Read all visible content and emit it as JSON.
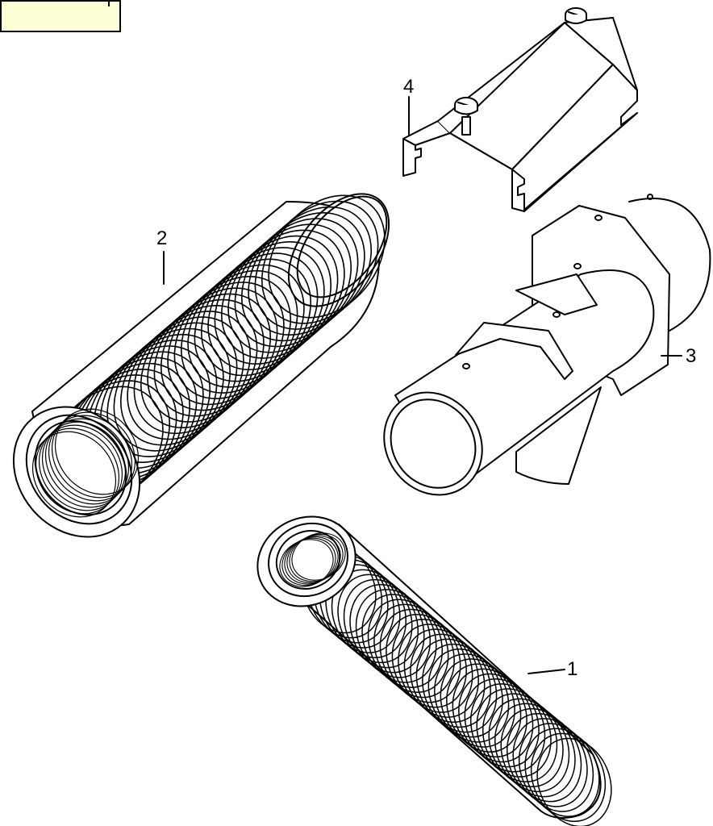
{
  "diagram": {
    "colors": {
      "stroke": "#000000",
      "fill": "#ffffff",
      "tag": "#ffffd6"
    },
    "callouts": {
      "hose_large": "2",
      "clamp": "4",
      "nozzle": "3",
      "hose_small": "1"
    },
    "parts": [
      {
        "id": "1",
        "kind": "corrugated-hose-small"
      },
      {
        "id": "2",
        "kind": "corrugated-hose-large"
      },
      {
        "id": "3",
        "kind": "nozzle-with-flange"
      },
      {
        "id": "4",
        "kind": "sheet-metal-bracket-with-screws"
      }
    ]
  }
}
